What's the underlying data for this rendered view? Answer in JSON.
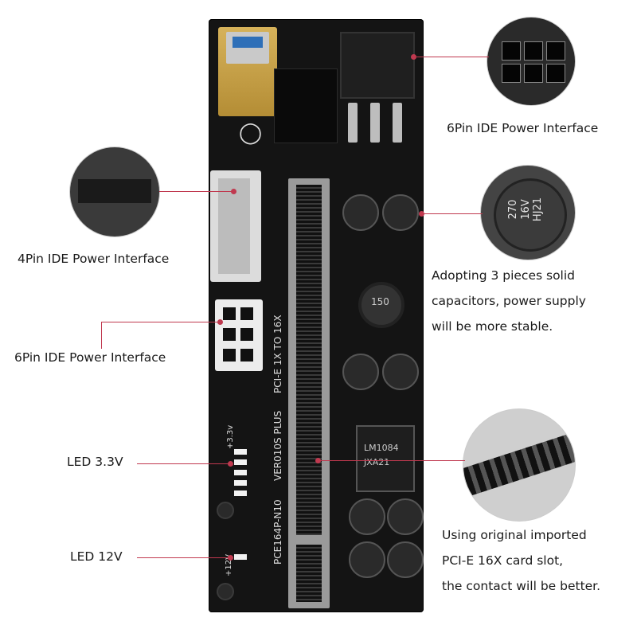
{
  "callouts": {
    "top_right": "6Pin IDE Power Interface",
    "left_upper": "4Pin IDE Power Interface",
    "left_mid": "6Pin IDE Power Interface",
    "led33": "LED 3.3V",
    "led12": "LED 12V",
    "capacitor_desc": [
      "Adopting 3 pieces solid",
      "capacitors, power supply",
      "will be more stable."
    ],
    "slot_desc": [
      "Using original imported",
      "PCI-E 16X card slot,",
      "the contact will be better."
    ]
  },
  "board_text": {
    "model": "VER010S PLUS",
    "bridge": "PCI-E 1X TO 16X",
    "part": "PCE164P-N10",
    "volt33": "+3.3v",
    "volt12": "+12V",
    "cap_value": "270",
    "cap_voltage": "16V",
    "cap_code": "HJ21",
    "inductor": "150",
    "regulator_code": "LM1084",
    "regulator_sub": "JXA21"
  },
  "colors": {
    "accent": "#c0394f",
    "board": "#141414"
  }
}
